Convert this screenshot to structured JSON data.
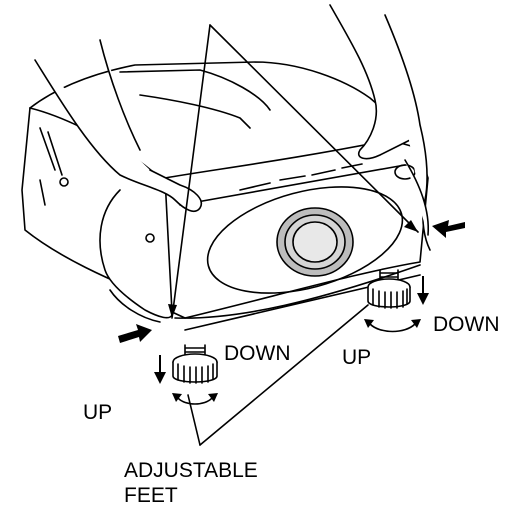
{
  "labels": {
    "down_right": "DOWN",
    "up_right": "UP",
    "down_left": "DOWN",
    "up_left": "UP",
    "adjustable_feet_line1": "ADJUSTABLE",
    "adjustable_feet_line2": "FEET"
  },
  "colors": {
    "ink": "#000000",
    "lens_fill": "#bdbdbd",
    "body_fill": "#ffffff"
  }
}
